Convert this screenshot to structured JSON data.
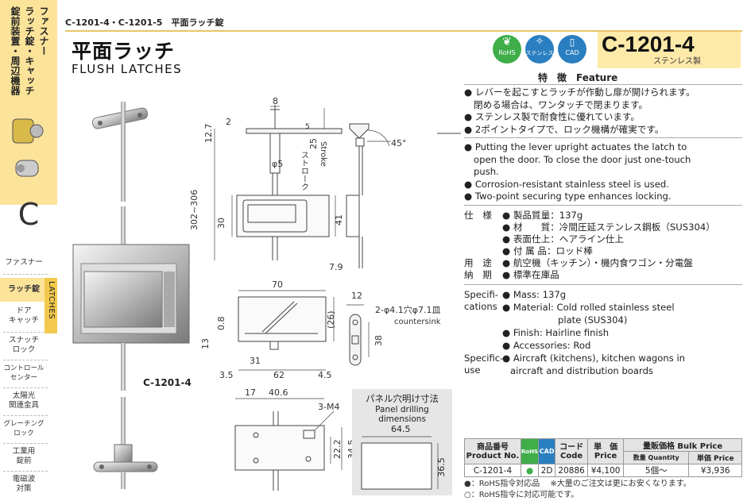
{
  "sidebar": {
    "top_labels": [
      "ファスナー",
      "ラッチ錠・キャッチ",
      "錠前装置・周辺機器"
    ],
    "letter": "C",
    "items": [
      "ファスナー",
      "ラッチ錠",
      "ドア\nキャッチ",
      "スナッチ\nロック",
      "コントロール\nセンター",
      "太陽光\n関連金具",
      "グレーチング\nロック",
      "工業用\n錠前",
      "電磁波\n対策"
    ],
    "tab_label": "LATCHES"
  },
  "header": {
    "breadcrumb": "C-1201-4・C-1201-5　平面ラッチ錠",
    "title_jp": "平面ラッチ",
    "title_en": "FLUSH LATCHES",
    "badges": [
      "RoHS",
      "ステンレス",
      "CAD"
    ],
    "model_no": "C-1201-4",
    "model_material": "ステンレス製"
  },
  "colors": {
    "sidebar_yellow": "#fbe39a",
    "badge_green": "#3fae49",
    "badge_blue": "#2a7fc1",
    "header_line": "#e8c46a"
  },
  "features": {
    "heading": "特　徴　Feature",
    "jp": [
      "レバーを起こすとラッチが作動し扉が開けられます。",
      "閉める場合は、ワンタッチで閉まります。",
      "ステンレス製で耐食性に優れています。",
      "2ポイントタイプで、ロック機構が確実です。"
    ],
    "en": [
      "Putting the lever upright actuates the latch to",
      "open the door. To close the door just one-touch",
      "push.",
      "Corrosion-resistant stainless steel is used.",
      "Two-point securing type enhances locking."
    ]
  },
  "spec_jp": {
    "label_spec": "仕　様",
    "mass": "製品質量：137g",
    "material": "材　　質：冷間圧延ステンレス鋼板（SUS304）",
    "finish": "表面仕上：ヘアライン仕上",
    "accessory": "付 属 品：ロッド棒",
    "label_use": "用　途",
    "use": "航空機（キッチン）・機内食ワゴン・分電盤",
    "label_delivery": "納　期",
    "delivery": "標準在庫品"
  },
  "spec_en": {
    "label_spec": "Specifi-\ncations",
    "mass": "Mass: 137g",
    "material1": "Material: Cold rolled stainless steel",
    "material2": "plate (SUS304)",
    "finish": "Finish: Hairline finish",
    "accessory": "Accessories: Rod",
    "label_use": "Specific-\nuse",
    "use1": "Aircraft (kitchens), kitchen wagons in",
    "use2": "aircraft and distribution boards"
  },
  "drawing": {
    "product_label": "C-1201-4",
    "dims": {
      "d8": "8",
      "d2": "2",
      "d12_7": "12.7",
      "d302": "302~306",
      "d5": "5",
      "d25": "25",
      "stroke_jp": "ストローク",
      "stroke_en": "Stroke",
      "phi5": "φ5",
      "d45": "45°",
      "d30": "30",
      "d41": "41",
      "d7_9": "7.9",
      "d70": "70",
      "d12": "12",
      "d0_8": "0.8",
      "d13": "13",
      "d26": "(26)",
      "d31": "31",
      "d3_5": "3.5",
      "d62": "62",
      "d4_5": "4.5",
      "hole_note": "2-φ4.1穴φ7.1皿",
      "countersink": "countersink",
      "d38": "38",
      "d17": "17",
      "d40_6": "40.6",
      "m4": "3-M4",
      "d22_2": "22.2",
      "d34_5": "34.5"
    },
    "panel": {
      "title_jp": "パネル穴明け寸法",
      "title_en": "Panel drilling dimensions",
      "w": "64.5",
      "h": "36.5"
    }
  },
  "table": {
    "headers": [
      "商品番号\nProduct No.",
      "RoHS",
      "CAD",
      "コード\nCode",
      "単　価\nPrice",
      "数量 Quantity",
      "単価 Price"
    ],
    "bulk_header": "量販価格 Bulk Price",
    "row": {
      "product": "C-1201-4",
      "rohs": "●",
      "cad": "2D",
      "code": "20886",
      "price": "¥4,100",
      "quantity": "5個～",
      "bulk_price": "¥3,936"
    },
    "note1": "●：RoHS指令対応品　 ※大量のご注文は更にお安くなります。",
    "note2": "○：RoHS指令に対応可能です。"
  }
}
